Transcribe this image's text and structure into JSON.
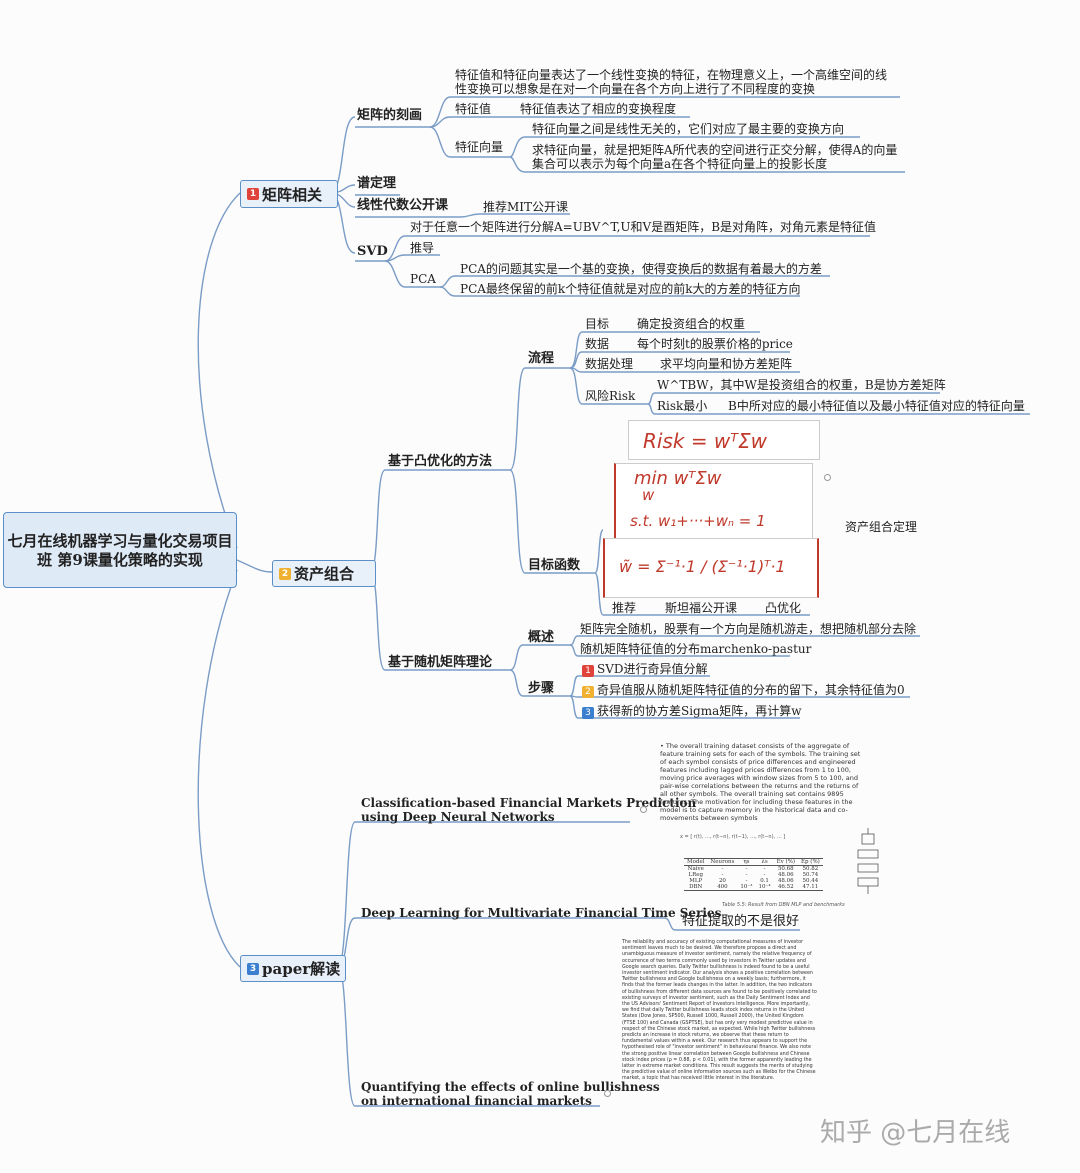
{
  "root": "七月在线机器学习与量化交易项目班 第9课量化策略的实现",
  "watermark": "知乎 @七月在线",
  "colors": {
    "line": "#7a9cc6",
    "num1": "#e0433a",
    "num2": "#f0b030",
    "num3": "#3a7fd0",
    "red_ink": "#c0392b"
  },
  "b1": {
    "num": "1",
    "label": "矩阵相关",
    "matrix_portrait": "矩阵的刻画",
    "mp_desc": [
      "特征值和特征向量表达了一个线性变换的特征，在物理意义上，一个高维空间的线",
      "性变换可以想象是在对一个向量在各个方向上进行了不同程度的变换"
    ],
    "eigval": "特征值",
    "eigval_desc": "特征值表达了相应的变换程度",
    "eigvec": "特征向量",
    "eigvec_desc1": "特征向量之间是线性无关的，它们对应了最主要的变换方向",
    "eigvec_desc2": [
      "求特征向量，就是把矩阵A所代表的空间进行正交分解，使得A的向量",
      "集合可以表示为每个向量a在各个特征向量上的投影长度"
    ],
    "spectral": "谱定理",
    "linalg": "线性代数公开课",
    "linalg_rec": "推荐MIT公开课",
    "svd": "SVD",
    "svd_desc": "对于任意一个矩阵进行分解A=UBV^T,U和V是酉矩阵，B是对角阵，对角元素是特征值",
    "derive": "推导",
    "pca": "PCA",
    "pca1": "PCA的问题其实是一个基的变换，使得变换后的数据有着最大的方差",
    "pca2": "PCA最终保留的前k个特征值就是对应的前k大的方差的特征方向"
  },
  "b2": {
    "num": "2",
    "label": "资产组合",
    "convex": "基于凸优化的方法",
    "flow": "流程",
    "goal": "目标",
    "goal_desc": "确定投资组合的权重",
    "data": "数据",
    "data_desc": "每个时刻t的股票价格的price",
    "proc": "数据处理",
    "proc_desc": "求平均向量和协方差矩阵",
    "risk": "风险Risk",
    "risk1": "W^TBW，其中W是投资组合的权重，B是协方差矩阵",
    "riskmin": "Risk最小",
    "riskmin_desc": "B中所对应的最小特征值以及最小特征值对应的特征向量",
    "objective": "目标函数",
    "theorem": "资产组合定理",
    "hw1": "Risk = wᵀΣw",
    "hw2a": "min  wᵀΣw",
    "hw2b": "w",
    "hw2c": "s.t.  w₁+···+wₙ = 1",
    "hw3": "w̃  =  Σ⁻¹·1 / (Σ⁻¹·1)ᵀ·1",
    "rec": "推荐",
    "rec1": "斯坦福公开课",
    "rec2": "凸优化",
    "rmt": "基于随机矩阵理论",
    "overview": "概述",
    "ov1": "矩阵完全随机，股票有一个方向是随机游走，想把随机部分去除",
    "ov2": "随机矩阵特征值的分布marchenko-pastur",
    "steps": "步骤",
    "s1": "SVD进行奇异值分解",
    "s2": "奇异值服从随机矩阵特征值的分布的留下，其余特征值为0",
    "s3": "获得新的协方差Sigma矩阵，再计算w"
  },
  "b3": {
    "num": "3",
    "label": "paper解读",
    "p1": [
      "Classification-based Financial Markets Prediction",
      "using Deep Neural Networks"
    ],
    "p1_abs": "• The overall training dataset consists of the aggregate of feature training sets for each of the symbols. The training set of each symbol consists of price differences and engineered features including lagged prices differences from 1 to 100, moving price averages with window sizes from 5 to 100, and pair-wise correlations between the returns and the returns of all other symbols. The overall training set contains 9895 features. The motivation for including these features in the model is to capture memory in the historical data and co-movements between symbols",
    "p2": "Deep Learning for Multivariate Financial Time Series",
    "p2_note": "特征提取的不是很好",
    "p2_table_head": [
      "Model",
      "Neurons",
      "ηs",
      "λs",
      "Ev (%)",
      "Ep (%)"
    ],
    "p2_table_rows": [
      [
        "Naive",
        "-",
        "-",
        "-",
        "50.68",
        "50.82"
      ],
      [
        "LReg",
        "-",
        "-",
        "-",
        "48.06",
        "50.74"
      ],
      [
        "MLP",
        "20",
        "-",
        "0.1",
        "48.06",
        "50.44"
      ],
      [
        "DBN",
        "400",
        "10⁻³",
        "10⁻⁴",
        "46.52",
        "47.11"
      ]
    ],
    "p2_caption": "Table 5.5: Result from DBN MLP and benchmarks",
    "p3": [
      "Quantifying the effects of online bullishness",
      "on international financial markets"
    ],
    "p3_abs": "The reliability and accuracy of existing computational measures of investor sentiment leaves much to be desired. We therefore propose a direct and unambiguous measure of investor sentiment, namely the relative frequency of occurrence of two terms commonly used by investors in Twitter updates and Google search queries. Daily Twitter bullishness is indeed found to be a useful investor sentiment indicator. Our analysis shows a positive correlation between Twitter bullishness and Google bullishness on a weekly basis; furthermore, it finds that the former leads changes in the latter. In addition, the two indicators of bullishness from different data sources are found to be positively correlated to existing surveys of investor sentiment, such as the Daily Sentiment Index and the US Advisors' Sentiment Report of Investors Intelligence. More importantly, we find that daily Twitter bullishness leads stock index returns in the United States (Dow Jones, SP500, Russell 1000, Russell 2000), the United Kingdom (FTSE 100) and Canada (GSPTSE), but has only very modest predictive value in respect of the Chinese stock market, as expected. While high Twitter bullishness predicts an increase in stock returns, we observe that these return to fundamental values within a week. Our research thus appears to support the hypothesised role of \"investor sentiment\" in behavioural finance. We also note the strong positive linear correlation between Google bullishness and Chinese stock index prices (ρ = 0.88, p < 0.01), with the former apparently leading the latter in extreme market conditions. This result suggests the merits of studying the predictive value of online information sources such as Weibo for the Chinese market, a topic that has received little interest in the literature."
  }
}
